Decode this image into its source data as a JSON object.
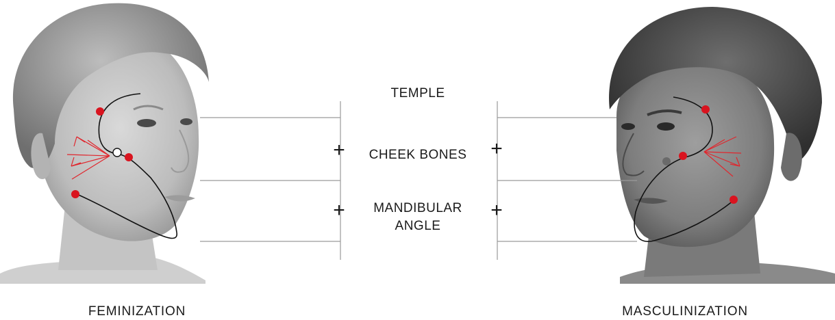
{
  "center_labels": {
    "temple": "TEMPLE",
    "cheek_bones": "CHEEK BONES",
    "mandibular_line1": "MANDIBULAR",
    "mandibular_line2": "ANGLE"
  },
  "plus_symbol": "+",
  "captions": {
    "left": "FEMINIZATION",
    "right": "MASCULINIZATION"
  },
  "colors": {
    "marker_red": "#d9141f",
    "marker_white": "#ffffff",
    "marker_grey": "#6a6a6a",
    "vector_red": "#e0262d",
    "guide_line": "#9a9a9a",
    "contour": "#111111"
  }
}
